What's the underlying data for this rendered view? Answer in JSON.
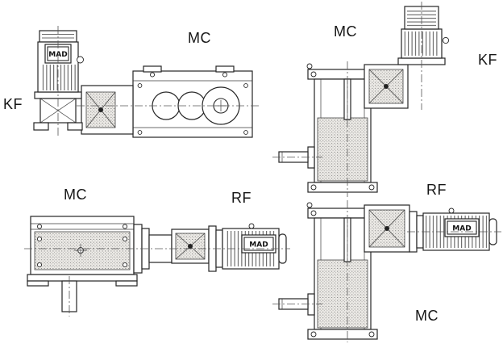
{
  "diagram": {
    "assemblies": [
      {
        "adapter_label": "KF",
        "unit_label": "MC",
        "motor_nameplate": "MAD"
      },
      {
        "unit_label": "MC",
        "adapter_label": "KF"
      },
      {
        "unit_label": "MC",
        "adapter_label": "RF",
        "motor_nameplate": "MAD"
      },
      {
        "adapter_label": "RF",
        "unit_label": "MC",
        "motor_nameplate": "MAD"
      }
    ]
  }
}
